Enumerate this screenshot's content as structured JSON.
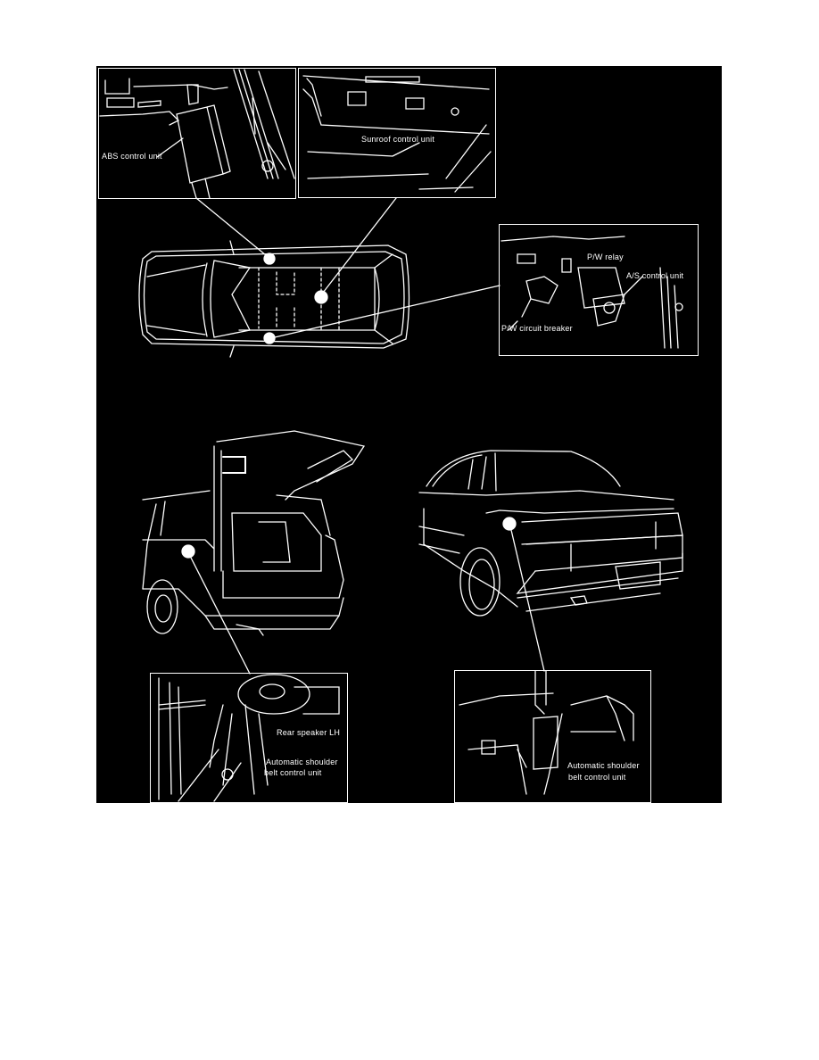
{
  "figure": {
    "background": "#000000",
    "line_color": "#ffffff",
    "page_background": "#ffffff"
  },
  "insets": {
    "abs": {
      "label": "ABS control unit"
    },
    "sunroof": {
      "label": "Sunroof control unit"
    },
    "power_window": {
      "labels": {
        "relay": "P/W relay",
        "as_unit": "A/S control unit",
        "breaker": "P/W circuit breaker"
      }
    },
    "wagon_rear": {
      "labels": {
        "speaker": "Rear speaker LH",
        "belt_line1": "Automatic shoulder",
        "belt_line2": "belt control unit"
      }
    },
    "sedan_rear": {
      "labels": {
        "belt_line1": "Automatic shoulder",
        "belt_line2": "belt control unit"
      }
    }
  },
  "views": {
    "top": "car-top-view",
    "wagon": "station-wagon-rear-view",
    "sedan": "sedan-rear-view"
  }
}
